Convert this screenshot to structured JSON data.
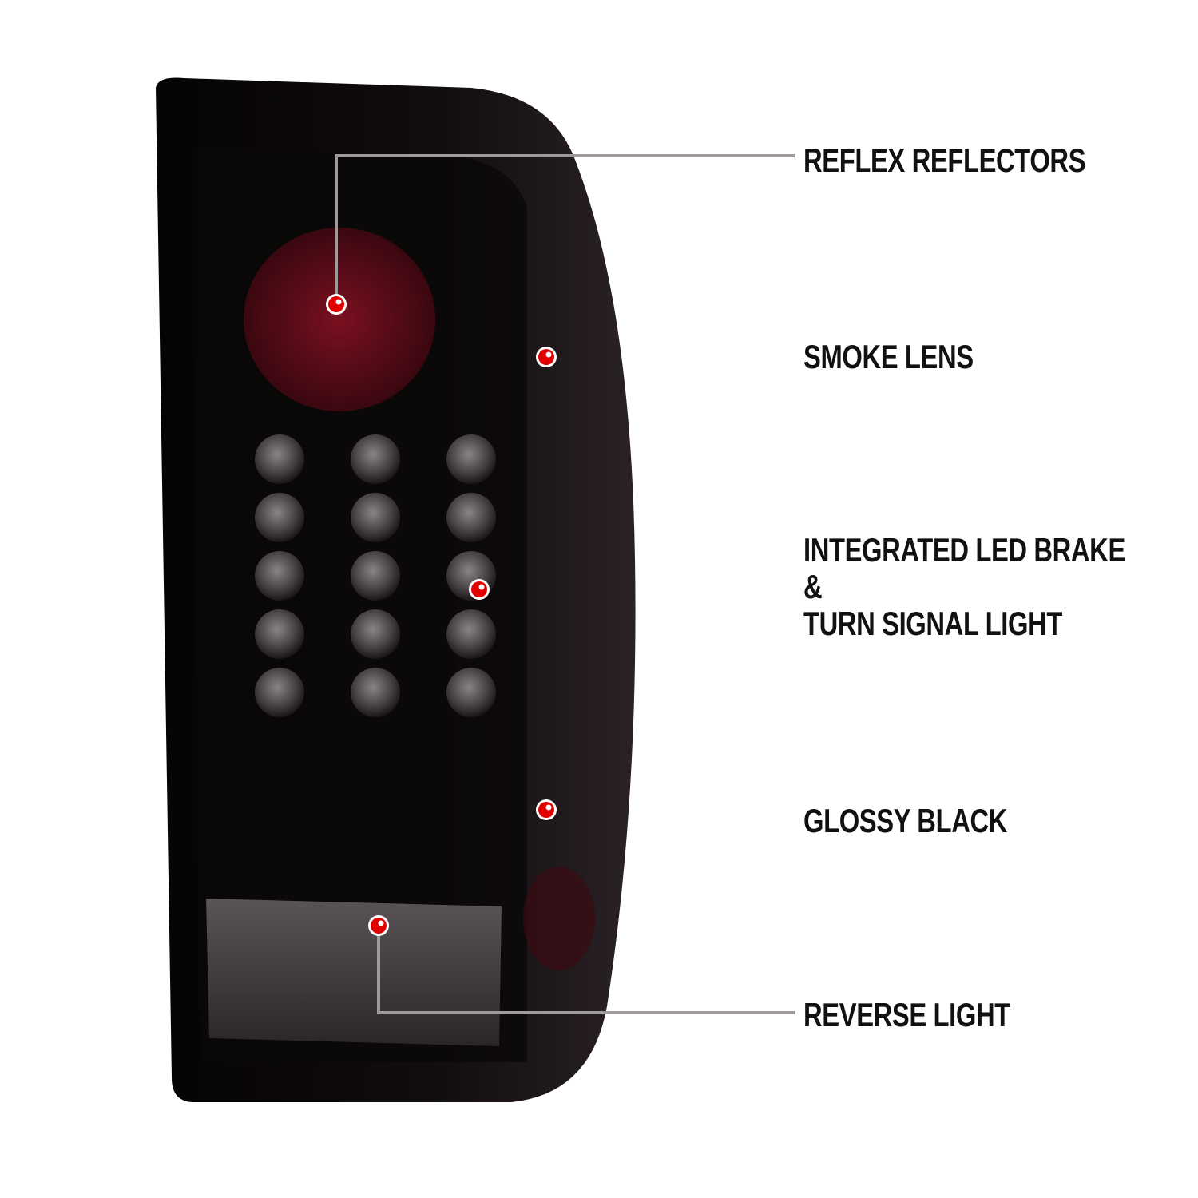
{
  "callouts": [
    {
      "id": "reflex",
      "lines": [
        "REFLEX REFLECTORS"
      ]
    },
    {
      "id": "smoke",
      "lines": [
        "SMOKE LENS"
      ]
    },
    {
      "id": "led",
      "lines": [
        "INTEGRATED LED BRAKE",
        "&",
        "TURN SIGNAL LIGHT"
      ]
    },
    {
      "id": "glossy",
      "lines": [
        "GLOSSY BLACK"
      ]
    },
    {
      "id": "reverse",
      "lines": [
        "REVERSE LIGHT"
      ]
    }
  ],
  "colors": {
    "accent": "#e00000",
    "line_end": "#c01010",
    "housing": "#0d0a0b"
  }
}
